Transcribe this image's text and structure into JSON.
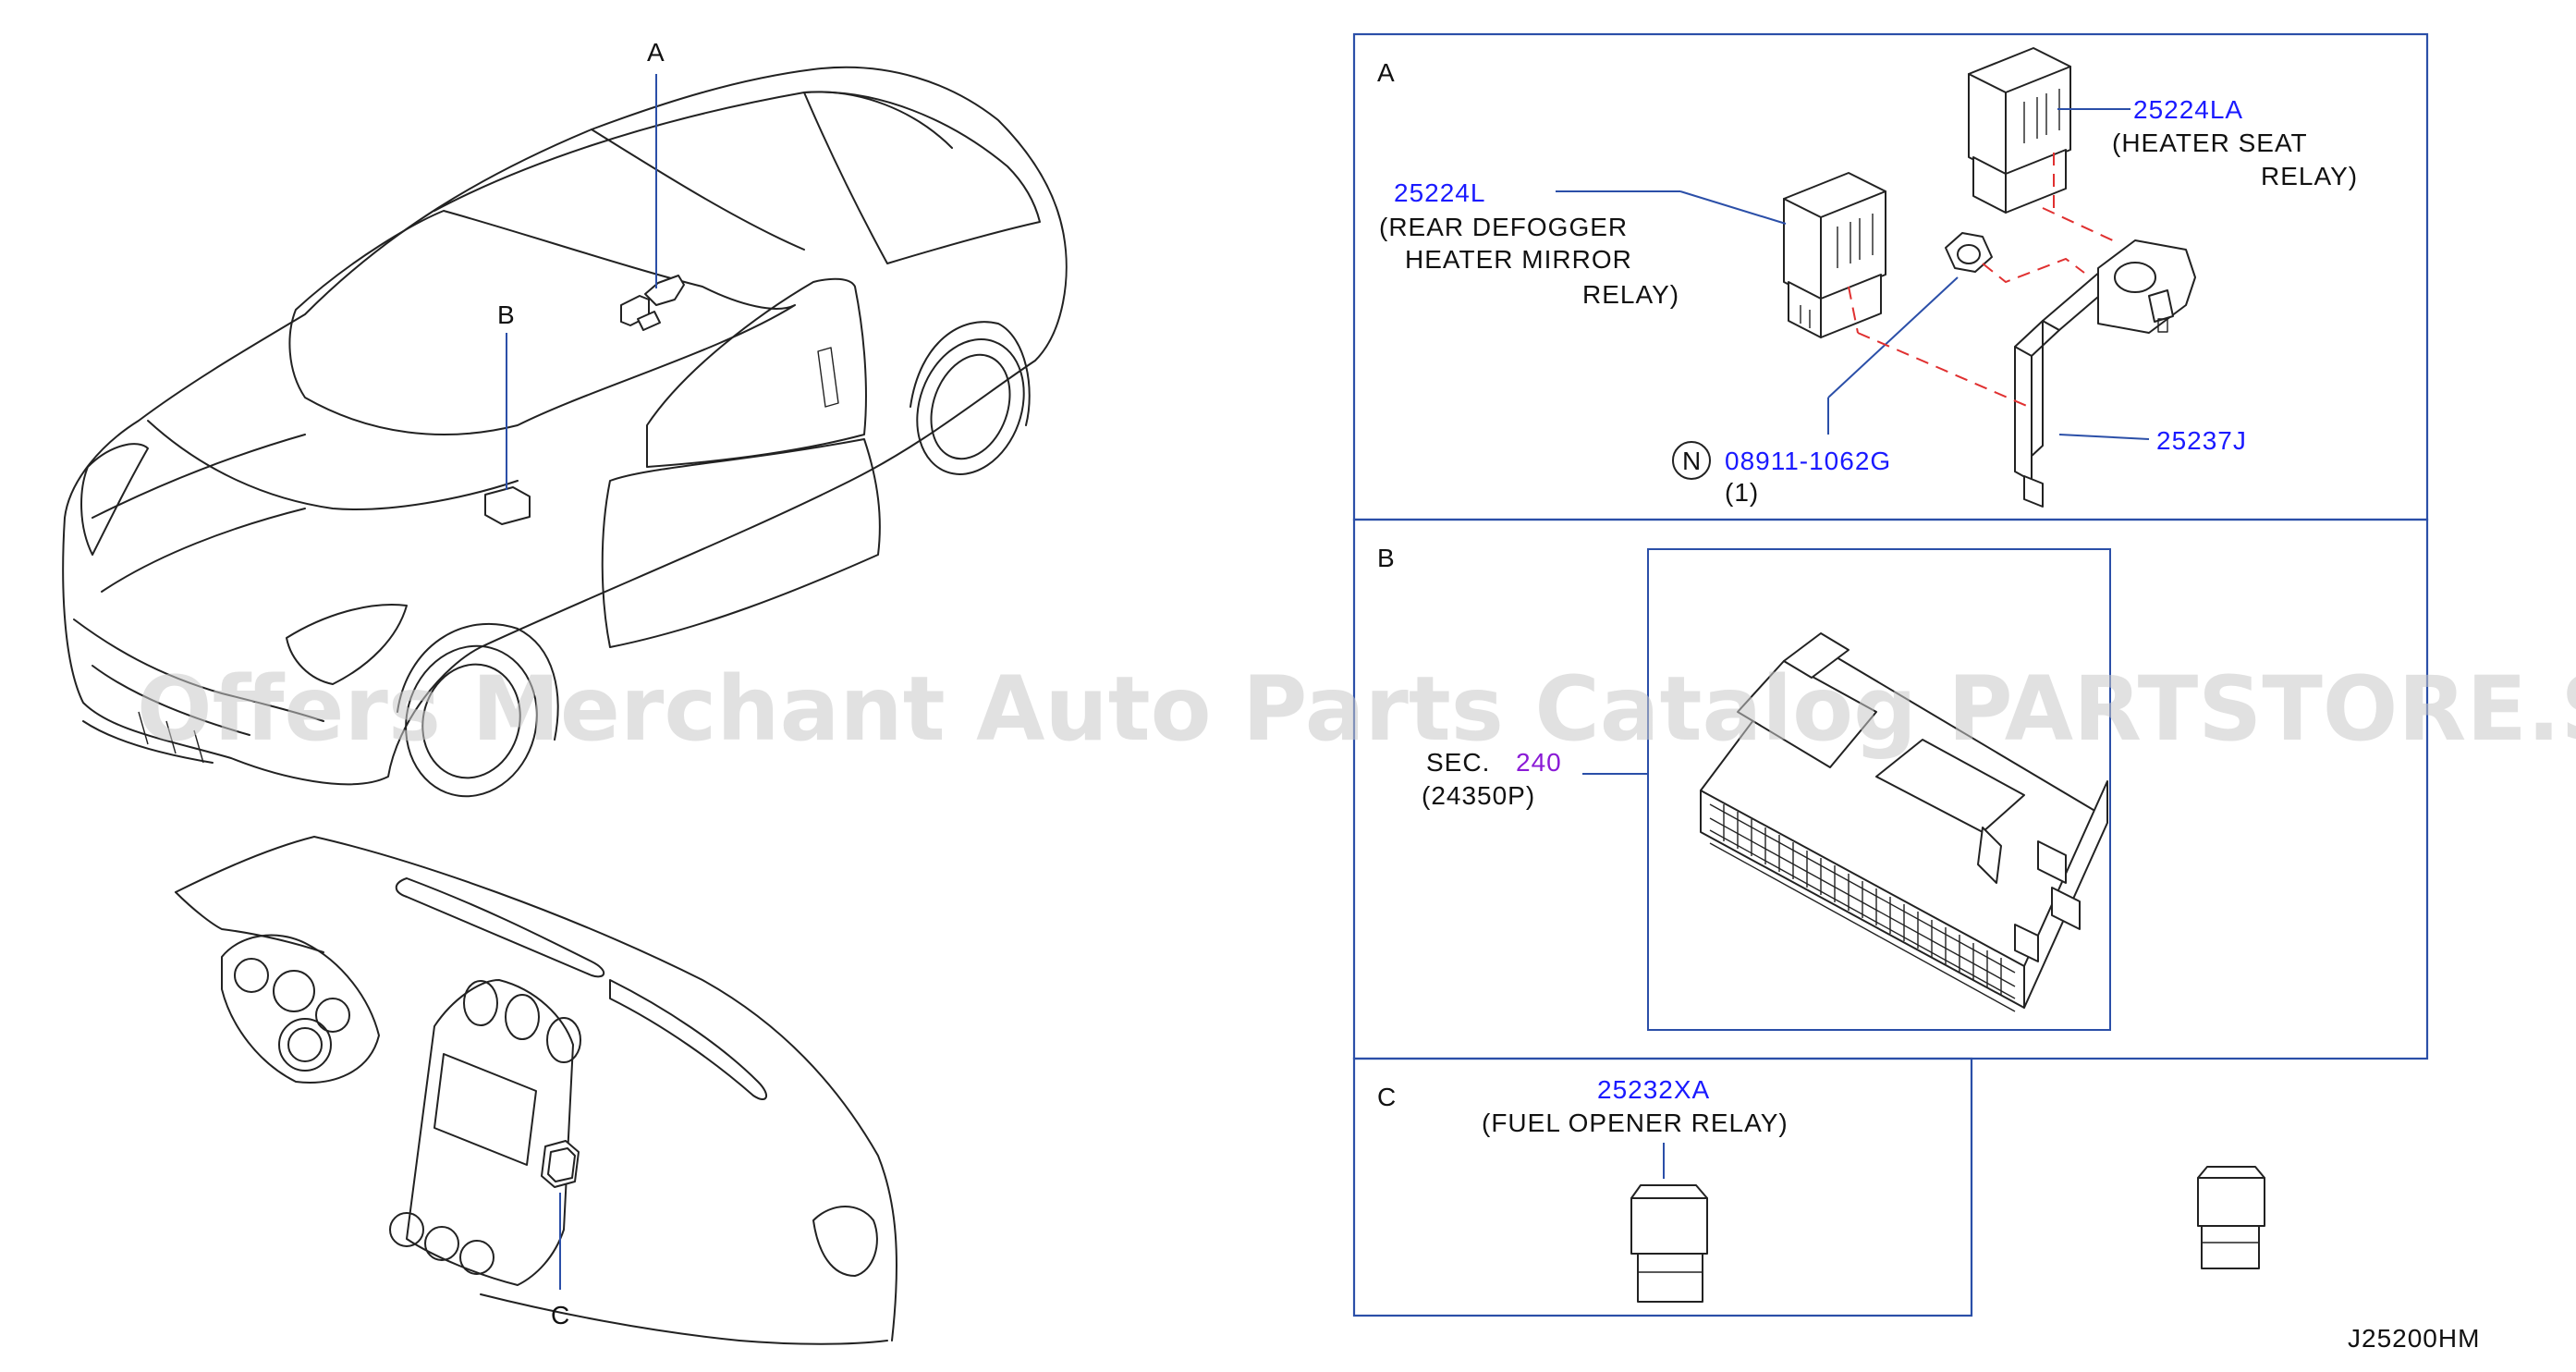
{
  "diagram_code": "J25200HM",
  "watermark": "Offers Merchant Auto Parts Catalog PARTSTORE.SA",
  "callouts": {
    "car_a": "A",
    "car_b": "B",
    "dash_c": "C"
  },
  "panel_a": {
    "letter": "A",
    "rear_defogger_relay": {
      "part_no": "25224L",
      "desc_line1": "(REAR  DEFOGGER",
      "desc_line2": "HEATER  MIRROR",
      "desc_line3": "RELAY)"
    },
    "heater_seat_relay": {
      "part_no": "25224LA",
      "desc_line1": "(HEATER  SEAT",
      "desc_line2": "RELAY)"
    },
    "nut": {
      "symbol": "N",
      "part_no": "08911-1062G",
      "qty": "(1)"
    },
    "bracket": {
      "part_no": "25237J"
    }
  },
  "panel_b": {
    "letter": "B",
    "sec_label": "SEC.",
    "sec_number": "240",
    "ref_part": "(24350P)"
  },
  "panel_c": {
    "letter": "C",
    "fuel_opener_relay": {
      "part_no": "25232XA",
      "desc": "(FUEL  OPENER  RELAY)"
    }
  }
}
